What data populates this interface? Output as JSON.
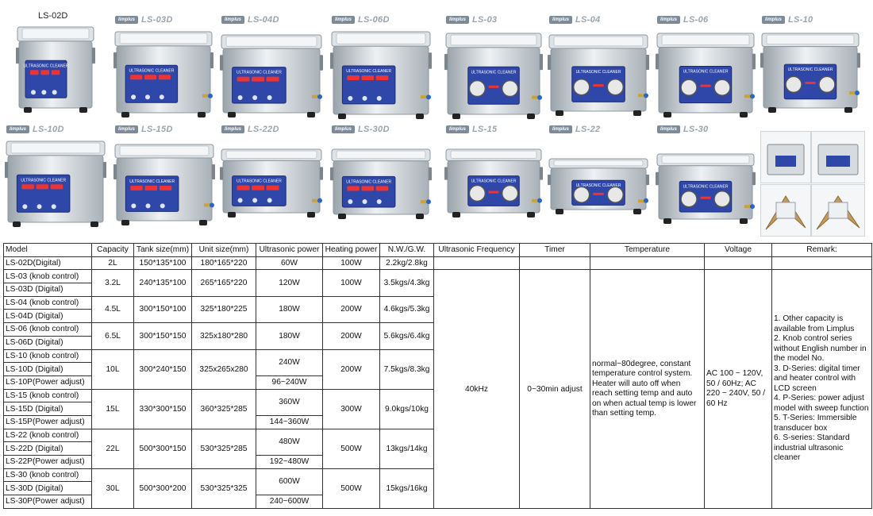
{
  "gallery": {
    "brand": "limplus",
    "units_row1": [
      {
        "model": "LS-02D",
        "variant": "digital"
      },
      {
        "model": "LS-03D",
        "variant": "digital"
      },
      {
        "model": "LS-04D",
        "variant": "digital"
      },
      {
        "model": "LS-06D",
        "variant": "digital"
      },
      {
        "model": "LS-03",
        "variant": "knob"
      },
      {
        "model": "LS-04",
        "variant": "knob"
      },
      {
        "model": "LS-06",
        "variant": "knob"
      },
      {
        "model": "LS-10",
        "variant": "knob"
      }
    ],
    "units_row2": [
      {
        "model": "LS-10D",
        "variant": "digital"
      },
      {
        "model": "LS-15D",
        "variant": "digital"
      },
      {
        "model": "LS-22D",
        "variant": "digital"
      },
      {
        "model": "LS-30D",
        "variant": "digital"
      },
      {
        "model": "LS-15",
        "variant": "knob"
      },
      {
        "model": "LS-22",
        "variant": "knob"
      },
      {
        "model": "LS-30",
        "variant": "knob"
      }
    ],
    "panel_text": "ULTRASONIC CLEANER"
  },
  "table": {
    "headers": [
      "Model",
      "Capacity",
      "Tank size(mm)",
      "Unit size(mm)",
      "Ultrasonic power",
      "Heating power",
      "N.W./G.W.",
      "Ultrasonic Frequency",
      "Timer",
      "Temperature",
      "Voltage",
      "Remark:"
    ],
    "groups": [
      {
        "models": [
          "LS-02D(Digital)"
        ],
        "capacity": "2L",
        "tank": "150*135*100",
        "unit": "180*165*220",
        "power": [
          "60W"
        ],
        "heating": "100W",
        "weight": "2.2kg/2.8kg"
      },
      {
        "models": [
          "LS-03 (knob control)",
          "LS-03D (Digital)"
        ],
        "capacity": "3.2L",
        "tank": "240*135*100",
        "unit": "265*165*220",
        "power": [
          "120W"
        ],
        "heating": "100W",
        "weight": "3.5kgs/4.3kg"
      },
      {
        "models": [
          "LS-04 (knob control)",
          "LS-04D (Digital)"
        ],
        "capacity": "4.5L",
        "tank": "300*150*100",
        "unit": "325*180*225",
        "power": [
          "180W"
        ],
        "heating": "200W",
        "weight": "4.6kgs/5.3kg"
      },
      {
        "models": [
          "LS-06 (knob control)",
          "LS-06D (Digital)"
        ],
        "capacity": "6.5L",
        "tank": "300*150*150",
        "unit": "325x180*280",
        "power": [
          "180W"
        ],
        "heating": "200W",
        "weight": "5.6kgs/6.4kg"
      },
      {
        "models": [
          "LS-10 (knob control)",
          "LS-10D (Digital)",
          "LS-10P(Power adjust)"
        ],
        "capacity": "10L",
        "tank": "300*240*150",
        "unit": "325x265x280",
        "power": [
          "240W",
          "96~240W"
        ],
        "heating": "200W",
        "weight": "7.5kgs/8.3kg"
      },
      {
        "models": [
          "LS-15 (knob control)",
          "LS-15D (Digital)",
          "LS-15P(Power adjust)"
        ],
        "capacity": "15L",
        "tank": "330*300*150",
        "unit": "360*325*285",
        "power": [
          "360W",
          "144~360W"
        ],
        "heating": "300W",
        "weight": "9.0kgs/10kg"
      },
      {
        "models": [
          "LS-22 (knob control)",
          "LS-22D (Digital)",
          "LS-22P(Power adjust)"
        ],
        "capacity": "22L",
        "tank": "500*300*150",
        "unit": "530*325*285",
        "power": [
          "480W",
          "192~480W"
        ],
        "heating": "500W",
        "weight": "13kgs/14kg"
      },
      {
        "models": [
          "LS-30 (knob control)",
          "LS-30D (Digital)",
          "LS-30P(Power adjust)"
        ],
        "capacity": "30L",
        "tank": "500*300*200",
        "unit": "530*325*325",
        "power": [
          "600W",
          "240~600W"
        ],
        "heating": "500W",
        "weight": "15kgs/16kg"
      }
    ],
    "frequency": "40kHz",
    "timer": "0~30min adjust",
    "temperature": "normal~80degree, constant temperature control system. Heater will auto off when reach setting temp and auto on when actual temp is lower than setting temp.",
    "voltage": "AC 100 ~ 120V, 50 / 60Hz; AC 220 ~ 240V, 50 / 60 Hz",
    "remark": [
      "1. Other capacity is available from Limplus",
      "2. Knob control series without English number in the model No.",
      "3. D-Series: digital timer and heater control with LCD screen",
      "4. P-Series: power adjust model with sweep function",
      "5. T-Series: Immersible transducer box",
      "6. S-series: Standard industrial ultrasonic cleaner"
    ]
  },
  "colors": {
    "panel_blue": "#2e47a8",
    "steel": "#c9cfd5",
    "steel_dark": "#8e979f",
    "border": "#333333"
  }
}
